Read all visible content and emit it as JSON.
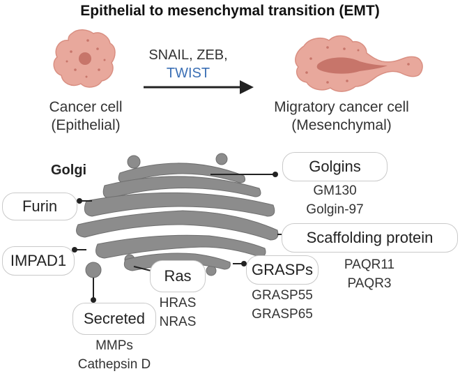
{
  "title": "Epithelial to mesenchymal transition (EMT)",
  "cells": {
    "epithelial": {
      "line1": "Cancer cell",
      "line2": "(Epithelial)"
    },
    "mesenchymal": {
      "line1": "Migratory cancer cell",
      "line2": "(Mesenchymal)"
    }
  },
  "transcription_factors": {
    "line1": "SNAIL, ZEB,",
    "line2": "TWIST",
    "line2_color": "#3b6fb5"
  },
  "golgi_label": "Golgi",
  "pills": {
    "golgins": "Golgins",
    "furin": "Furin",
    "scaffolding": "Scaffolding protein",
    "impad1": "IMPAD1",
    "ras": "Ras",
    "grasps": "GRASPs",
    "secreted": "Secreted"
  },
  "groups": {
    "golgins": [
      "GM130",
      "Golgin-97"
    ],
    "scaffolding": [
      "PAQR11",
      "PAQR3"
    ],
    "ras": [
      "HRAS",
      "NRAS"
    ],
    "grasps": [
      "GRASP55",
      "GRASP65"
    ],
    "secreted": [
      "MMPs",
      "Cathepsin D"
    ]
  },
  "colors": {
    "cell_fill": "#e8a89c",
    "cell_dark": "#c7756a",
    "golgi_fill": "#8c8c8c",
    "golgi_stroke": "#6e6e6e",
    "connector": "#222222"
  }
}
